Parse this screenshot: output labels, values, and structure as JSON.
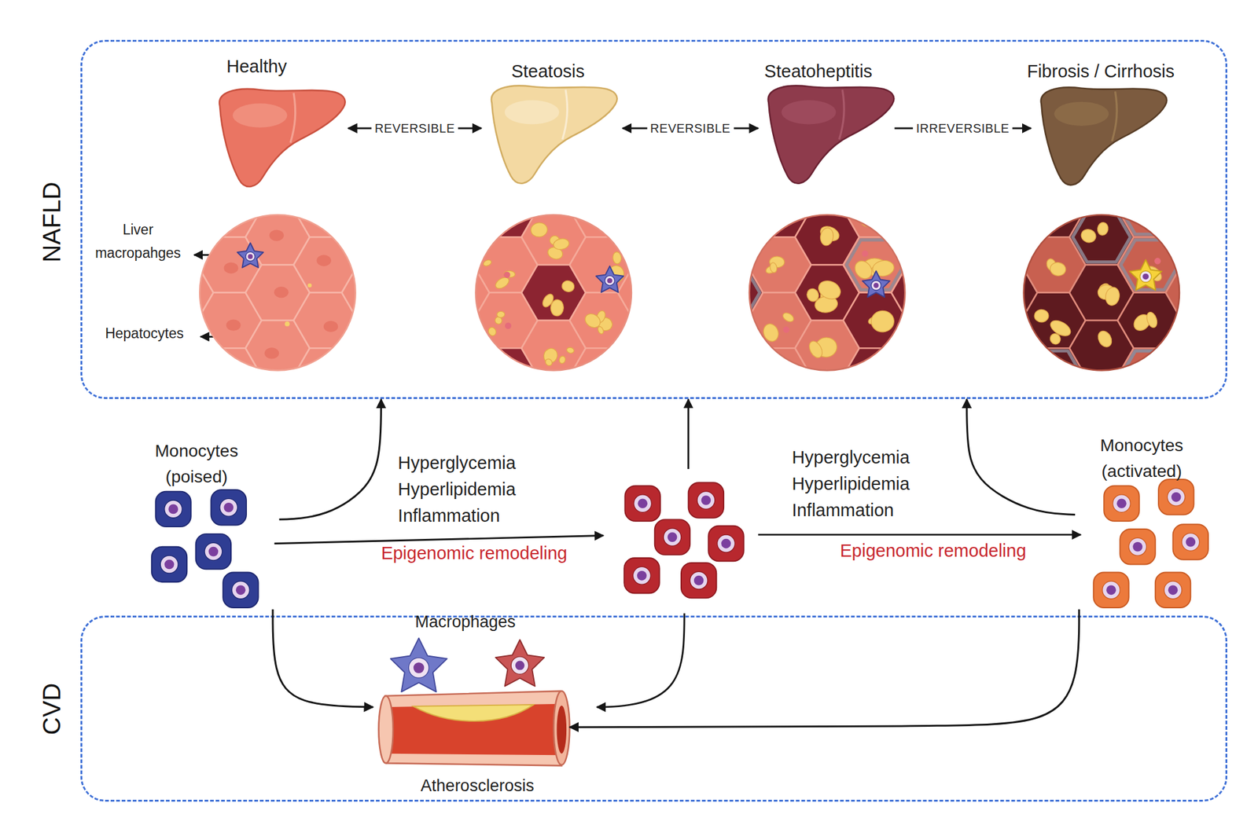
{
  "diagram": {
    "nodes": [
      {
        "text": [
          "NAFLD"
        ]
      },
      {
        "text": [
          "Healthy"
        ],
        "in": 0
      },
      {
        "text": [
          "Steatosis"
        ],
        "in": 0
      },
      {
        "text": [
          "Steatoheptitis"
        ],
        "in": 0
      },
      {
        "text": [
          "Fibrosis / Cirrhosis"
        ],
        "in": 0
      },
      {
        "text": [
          "Monocytes (poised)"
        ]
      },
      {
        "text": [
          "Monocytes (activated)"
        ]
      },
      {
        "text": [
          "CVD"
        ]
      },
      {
        "text": [
          "Atherosclerosis"
        ],
        "in": 7
      }
    ],
    "edges": [
      {
        "from": 1,
        "to": 2,
        "label": "REVERSIBLE",
        "arrow": "both"
      },
      {
        "from": 2,
        "to": 3,
        "label": "REVERSIBLE",
        "arrow": "both"
      },
      {
        "from": 3,
        "to": 4,
        "label": "IRREVERSIBLE",
        "arrow": "to"
      },
      {
        "from": 5,
        "to": 0,
        "arrow": "to"
      },
      {
        "from": 6,
        "to": 0,
        "arrow": "to"
      },
      {
        "from": 5,
        "to": 8,
        "arrow": "to"
      },
      {
        "from": 6,
        "to": 8,
        "arrow": "to"
      }
    ],
    "labels": [
      "Liver macropahges",
      "Hepatocytes",
      "Hyperglycemia Hyperlipidemia Inflammation",
      "Epigenomic remodeling",
      "Hyperglycemia Hyperlipidemia Inflammation",
      "Epigenomic remodeling",
      "Macrophages"
    ]
  }
}
